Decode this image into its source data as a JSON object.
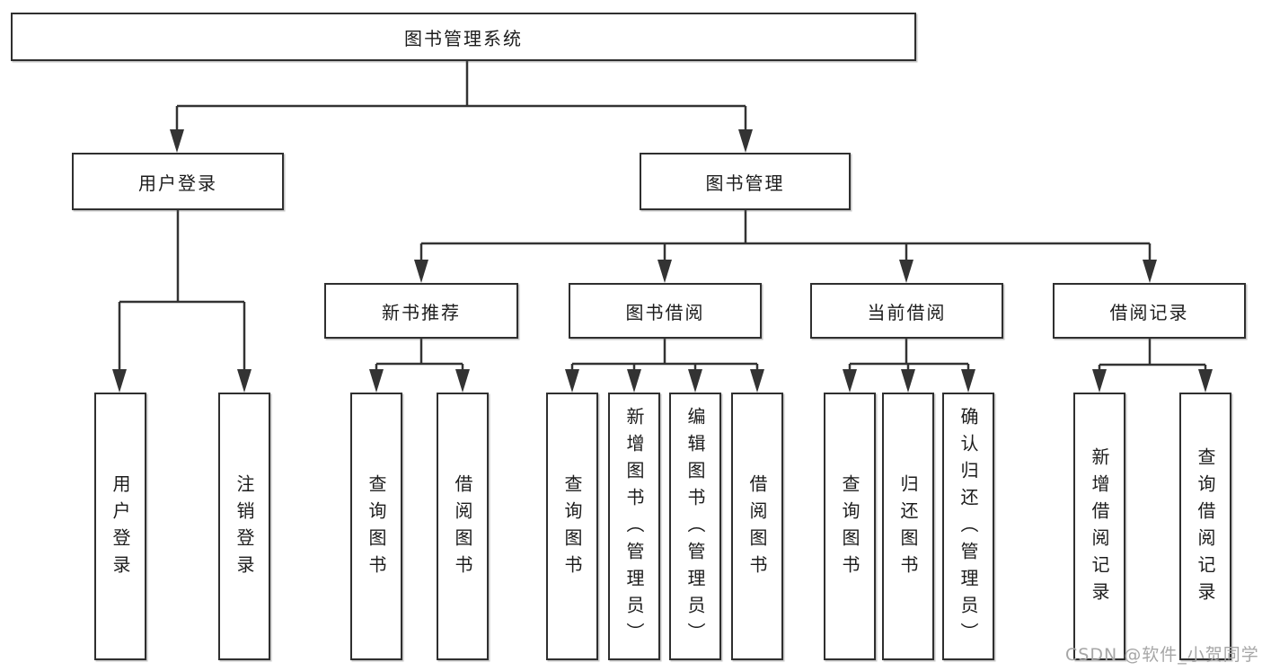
{
  "diagram_title": "图书管理系统",
  "watermark": "CSDN @软件_小贺同学",
  "colors": {
    "line": "#333333",
    "box_border": "#2f2f2f",
    "box_fill": "#ffffff",
    "text": "#1c1c1c",
    "watermark": "#a6a6a6",
    "background": "#ffffff"
  },
  "tree": {
    "root": {
      "label": "图书管理系统"
    },
    "branches": [
      {
        "label": "用户登录",
        "children": [
          {
            "label": "用户登录"
          },
          {
            "label": "注销登录"
          }
        ]
      },
      {
        "label": "图书管理",
        "children": [
          {
            "label": "新书推荐",
            "children": [
              {
                "label": "查询图书"
              },
              {
                "label": "借阅图书"
              }
            ]
          },
          {
            "label": "图书借阅",
            "children": [
              {
                "label": "查询图书"
              },
              {
                "label": "新增图书（管理员）"
              },
              {
                "label": "编辑图书（管理员）"
              },
              {
                "label": "借阅图书"
              }
            ]
          },
          {
            "label": "当前借阅",
            "children": [
              {
                "label": "查询图书"
              },
              {
                "label": "归还图书"
              },
              {
                "label": "确认归还（管理员）"
              }
            ]
          },
          {
            "label": "借阅记录",
            "children": [
              {
                "label": "新增借阅记录"
              },
              {
                "label": "查询借阅记录"
              }
            ]
          }
        ]
      }
    ]
  }
}
